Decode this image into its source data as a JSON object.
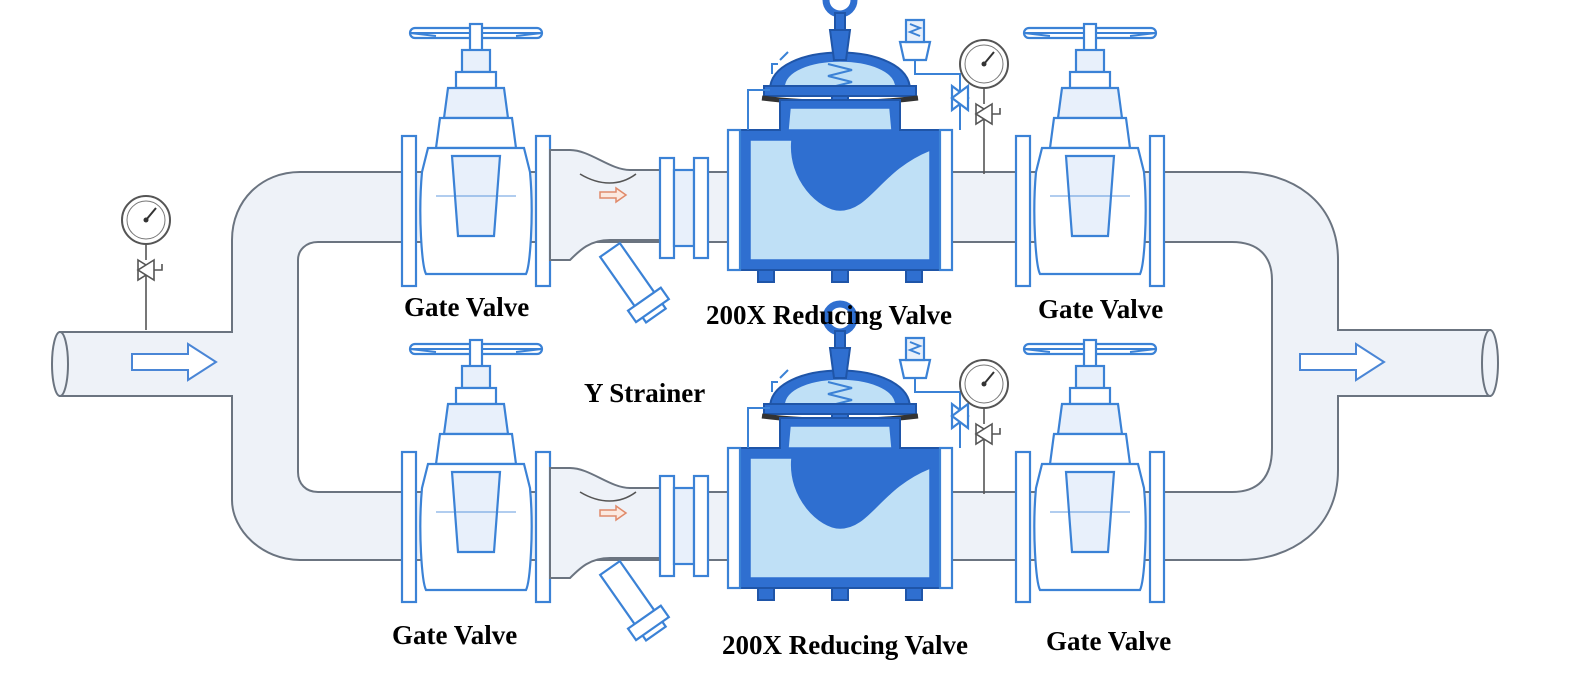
{
  "labels": {
    "gate_valve_top_left": "Gate Valve",
    "reducing_valve_top": "200X Reducing Valve",
    "gate_valve_top_right": "Gate Valve",
    "y_strainer": "Y Strainer",
    "gate_valve_bottom_left": "Gate Valve",
    "reducing_valve_bottom": "200X Reducing Valve",
    "gate_valve_bottom_right": "Gate Valve"
  },
  "colors": {
    "valve_blue": "#2f6fd0",
    "valve_light": "#bfe0f6",
    "pipe_fill": "#eef2f8",
    "flow_arrow_small": "#e08a6a"
  }
}
